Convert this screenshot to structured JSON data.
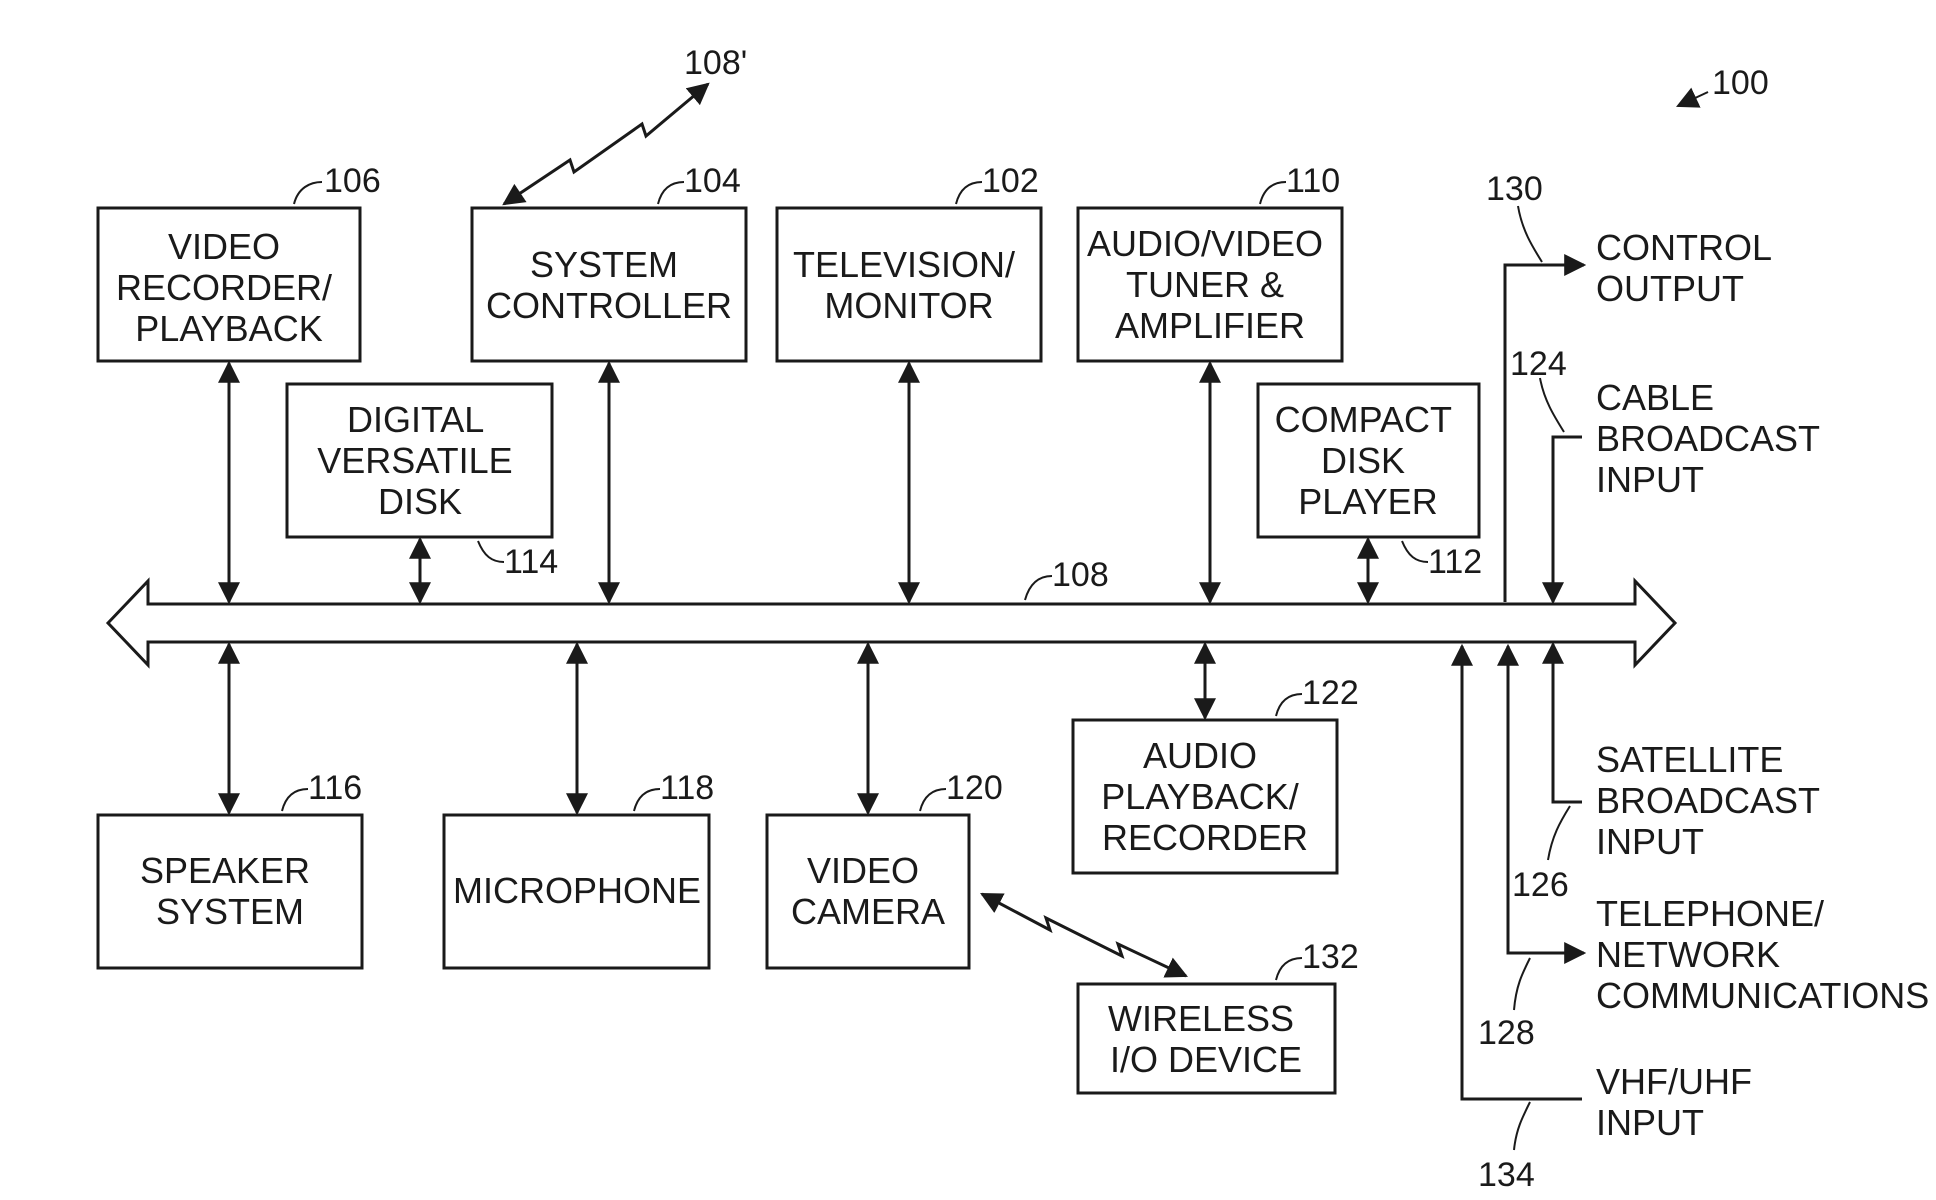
{
  "refs": {
    "system": "100",
    "television": "102",
    "system_controller": "104",
    "video_recorder": "106",
    "bus": "108",
    "wireless_link": "108'",
    "av_tuner": "110",
    "cd_player": "112",
    "dvd": "114",
    "speaker": "116",
    "microphone": "118",
    "video_camera": "120",
    "audio_playback": "122",
    "cable_input": "124",
    "satellite_input": "126",
    "telephone": "128",
    "control_output": "130",
    "wireless_io": "132",
    "vhf_uhf": "134"
  },
  "blocks": {
    "video_recorder": [
      "VIDEO",
      "RECORDER/",
      "PLAYBACK"
    ],
    "system_controller": [
      "SYSTEM",
      "CONTROLLER"
    ],
    "television": [
      "TELEVISION/",
      "MONITOR"
    ],
    "av_tuner": [
      "AUDIO/VIDEO",
      "TUNER &",
      "AMPLIFIER"
    ],
    "dvd": [
      "DIGITAL",
      "VERSATILE",
      "DISK"
    ],
    "cd_player": [
      "COMPACT",
      "DISK",
      "PLAYER"
    ],
    "speaker": [
      "SPEAKER",
      "SYSTEM"
    ],
    "microphone": [
      "MICROPHONE"
    ],
    "video_camera": [
      "VIDEO",
      "CAMERA"
    ],
    "audio_playback": [
      "AUDIO",
      "PLAYBACK/",
      "RECORDER"
    ],
    "wireless_io": [
      "WIRELESS",
      "I/O DEVICE"
    ]
  },
  "io_labels": {
    "control_output": [
      "CONTROL",
      "OUTPUT"
    ],
    "cable_input": [
      "CABLE",
      "BROADCAST",
      "INPUT"
    ],
    "satellite_input": [
      "SATELLITE",
      "BROADCAST",
      "INPUT"
    ],
    "telephone": [
      "TELEPHONE/",
      "NETWORK",
      "COMMUNICATIONS"
    ],
    "vhf_uhf": [
      "VHF/UHF",
      "INPUT"
    ]
  }
}
